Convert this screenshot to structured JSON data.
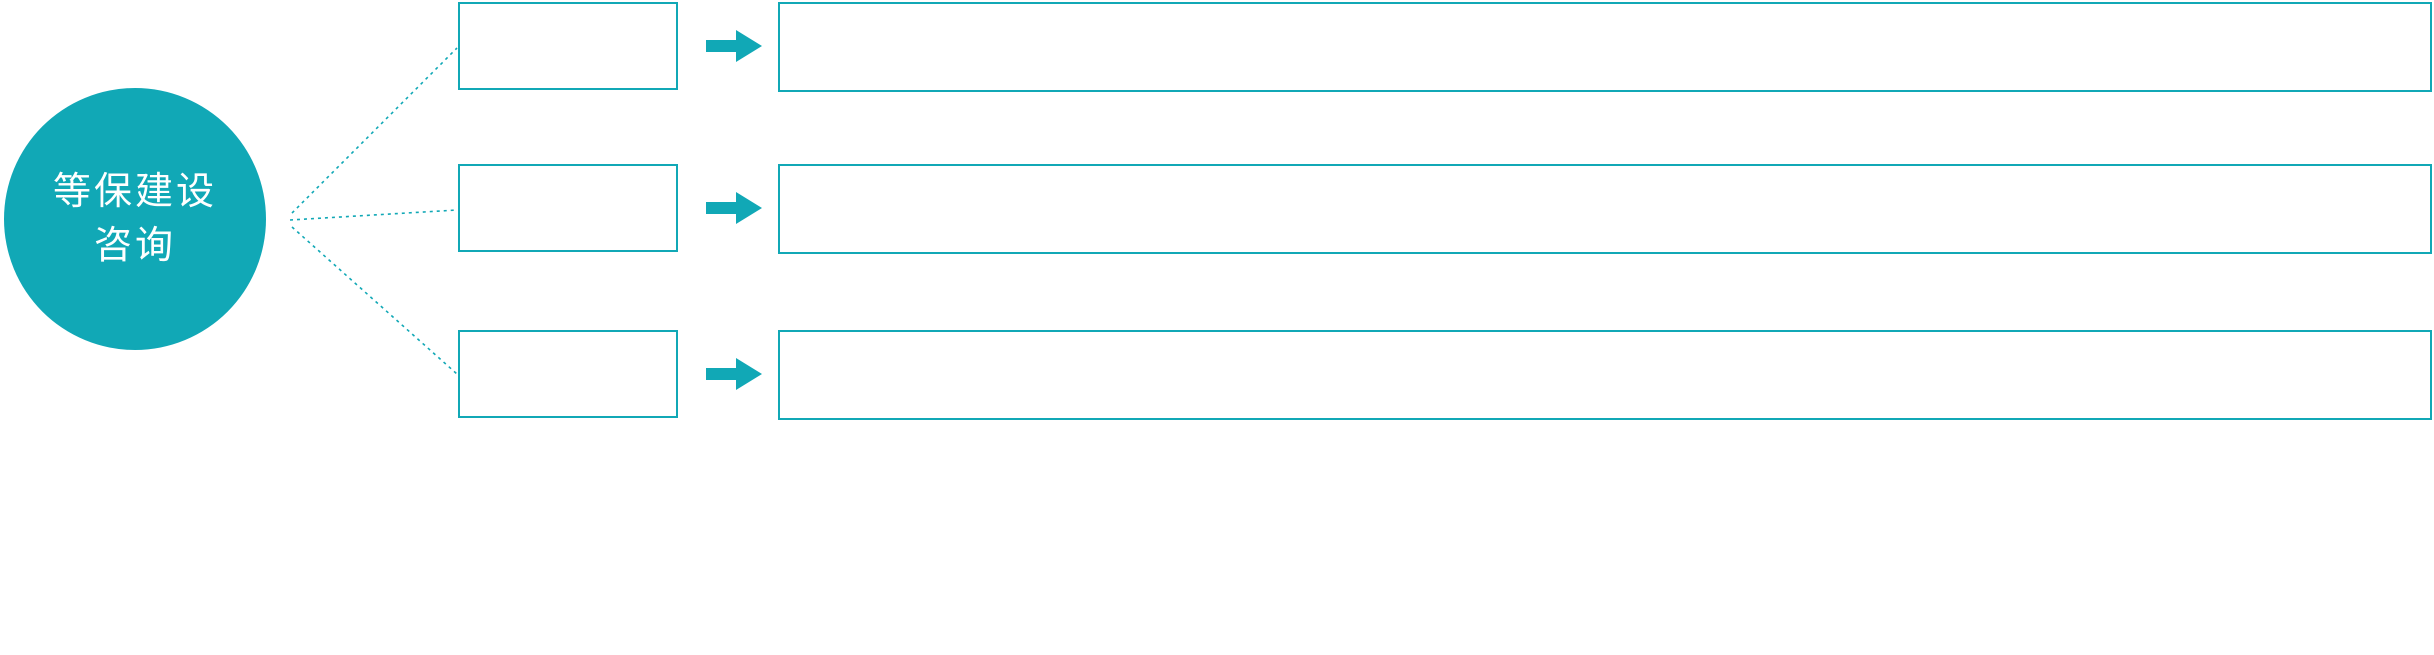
{
  "diagram": {
    "accent_color": "#11a8b6",
    "background_color": "#ffffff",
    "center_node": {
      "line1": "等保建设",
      "line2": "咨询"
    },
    "rows": [
      {
        "category_label": "",
        "detail_label": ""
      },
      {
        "category_label": "",
        "detail_label": ""
      },
      {
        "category_label": "",
        "detail_label": ""
      }
    ],
    "icons": {
      "row_arrow": "right-arrow",
      "connector_style": "dotted-line"
    }
  }
}
